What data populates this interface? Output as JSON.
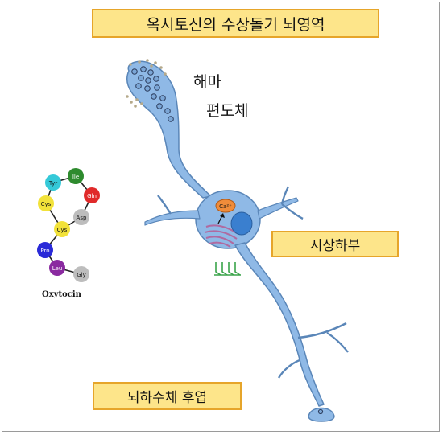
{
  "title": "옥시토신의 수상돌기 뇌영역",
  "regions": {
    "hippocampus": "해마",
    "amygdala": "편도체",
    "hypothalamus": "시상하부",
    "posterior_pituitary": "뇌하수체 후엽"
  },
  "molecule": {
    "name": "Oxytocin",
    "residues": [
      "Cys",
      "Tyr",
      "Ile",
      "Gln",
      "Asp",
      "Cys",
      "Pro",
      "Leu",
      "Gly"
    ]
  },
  "ion_label": "Ca2+",
  "colors": {
    "label_fill": "#fde58a",
    "label_border": "#e6a52a",
    "neuron": "#8fb9e6",
    "neuron_outline": "#5a86b8",
    "nucleus": "#3a7fcf",
    "calcium": "#f08c3a",
    "golgi": "#b06aa0",
    "release_marks": "#3aa44a"
  }
}
